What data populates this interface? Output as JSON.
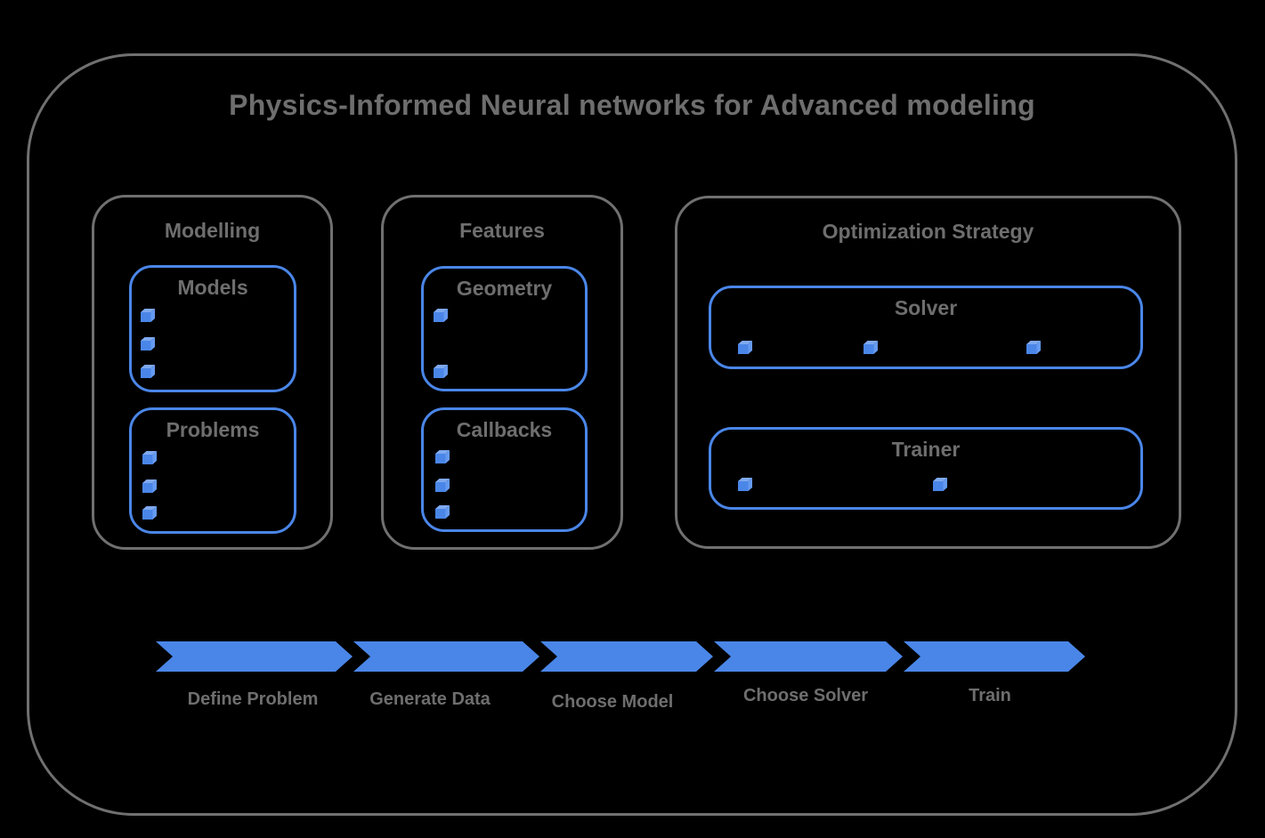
{
  "title": "Physics-Informed Neural networks for Advanced modeling",
  "colors": {
    "background": "#000000",
    "frame_outline": "#707070",
    "text_gray": "#6e6e6e",
    "accent_blue": "#4a86e8",
    "cube_front": "#4a86e8",
    "cube_top": "#7fa9f0",
    "cube_side": "#659af0"
  },
  "sections": [
    {
      "title": "Modelling",
      "groups": [
        {
          "label": "Models",
          "item_count": 3
        },
        {
          "label": "Problems",
          "item_count": 3
        }
      ]
    },
    {
      "title": "Features",
      "groups": [
        {
          "label": "Geometry",
          "item_count": 2
        },
        {
          "label": "Callbacks",
          "item_count": 3
        }
      ]
    },
    {
      "title": "Optimization Strategy",
      "groups": [
        {
          "label": "Solver",
          "item_count": 3
        },
        {
          "label": "Trainer",
          "item_count": 2
        }
      ]
    }
  ],
  "pipeline": {
    "steps": [
      {
        "label": "Define Problem"
      },
      {
        "label": "Generate Data"
      },
      {
        "label": "Choose Model"
      },
      {
        "label": "Choose Solver"
      },
      {
        "label": "Train"
      }
    ]
  }
}
